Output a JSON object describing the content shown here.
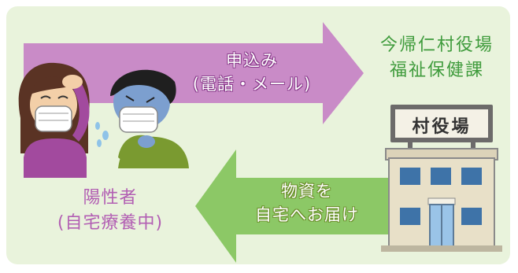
{
  "top_arrow": {
    "line1": "申込み",
    "line2": "(電話・メール)",
    "color": "#c98bc7"
  },
  "bottom_arrow": {
    "line1": "物資を",
    "line2": "自宅へお届け",
    "color": "#8cc866"
  },
  "office": {
    "line1": "今帰仁村役場",
    "line2": "福祉保健課",
    "sign": "村役場",
    "label_color": "#3f9b3c"
  },
  "patient": {
    "line1": "陽性者",
    "line2": "(自宅療養中)",
    "label_color": "#b25fb3"
  },
  "icons": [
    "sick-woman-icon",
    "sick-man-icon",
    "village-office-building-icon"
  ]
}
